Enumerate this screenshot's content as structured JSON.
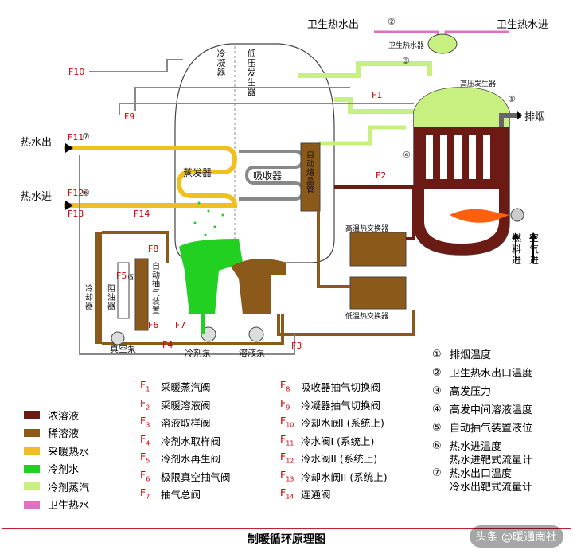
{
  "title": "制暖循环原理图",
  "watermark": "头条 @暖通南社",
  "colors": {
    "concentrated": "#6b1a14",
    "dilute": "#8b5a1a",
    "heating_water": "#f0c020",
    "refrigerant": "#22d022",
    "refrigerant_vapor": "#c8f080",
    "sanitary": "#e070c0"
  },
  "components": {
    "condenser": "冷凝器",
    "low_pressure_generator": "低压发生器",
    "evaporator": "蒸发器",
    "absorber": "吸收器",
    "auto_purge_tube": "自动熔晶管",
    "sanitary_heater": "卫生热水器",
    "high_pressure_generator": "高压发生器",
    "high_temp_exchanger": "高温热交换器",
    "low_temp_exchanger": "低温热交换器",
    "auto_purge_device": "自动抽气装置",
    "oil_separator": "阻油器",
    "cooler": "冷却器",
    "vacuum_pump": "真空泵",
    "refrigerant_pump": "冷剂泵",
    "solution_pump": "溶液泵"
  },
  "labels": {
    "sanitary_out": "卫生热水出",
    "sanitary_in": "卫生热水进",
    "exhaust": "排烟",
    "hot_water_out": "热水出",
    "hot_water_in": "热水进",
    "fuel_in": "燃料进",
    "air_in": "空气进"
  },
  "legend": [
    {
      "label": "浓溶液",
      "color": "#6b1a14"
    },
    {
      "label": "稀溶液",
      "color": "#8b5a1a"
    },
    {
      "label": "采暖热水",
      "color": "#f0c020"
    },
    {
      "label": "冷剂水",
      "color": "#22d022"
    },
    {
      "label": "冷剂蒸汽",
      "color": "#c8f080"
    },
    {
      "label": "卫生热水",
      "color": "#e070c0"
    }
  ],
  "valves_left": [
    {
      "code": "F",
      "sub": "1",
      "name": "采暖蒸汽阀"
    },
    {
      "code": "F",
      "sub": "2",
      "name": "采暖溶液阀"
    },
    {
      "code": "F",
      "sub": "3",
      "name": "溶液取样阀"
    },
    {
      "code": "F",
      "sub": "4",
      "name": "冷剂水取样阀"
    },
    {
      "code": "F",
      "sub": "5",
      "name": "冷剂水再生阀"
    },
    {
      "code": "F",
      "sub": "6",
      "name": "极限真空抽气阀"
    },
    {
      "code": "F",
      "sub": "7",
      "name": "抽气总阀"
    }
  ],
  "valves_right": [
    {
      "code": "F",
      "sub": "8",
      "name": "吸收器抽气切换阀"
    },
    {
      "code": "F",
      "sub": "9",
      "name": "冷凝器抽气切换阀"
    },
    {
      "code": "F",
      "sub": "10",
      "name": "冷却水阀I (系统上)"
    },
    {
      "code": "F",
      "sub": "11",
      "name": "冷水阀I (系统上)"
    },
    {
      "code": "F",
      "sub": "12",
      "name": "冷水阀II (系统上)"
    },
    {
      "code": "F",
      "sub": "13",
      "name": "冷却水阀II (系统上)"
    },
    {
      "code": "F",
      "sub": "14",
      "name": "连通阀"
    }
  ],
  "measurements": [
    {
      "n": "①",
      "text": "排烟温度"
    },
    {
      "n": "②",
      "text": "卫生热水出口温度"
    },
    {
      "n": "③",
      "text": "高发压力"
    },
    {
      "n": "④",
      "text": "高发中间溶液温度"
    },
    {
      "n": "⑤",
      "text": "自动抽气装置液位"
    },
    {
      "n": "⑥",
      "text": "热水进温度\n热水进靶式流量计"
    },
    {
      "n": "⑦",
      "text": "热水出口温度\n冷水出靶式流量计"
    }
  ],
  "diagram_valves": [
    "F10",
    "F9",
    "F1",
    "F11",
    "F12",
    "F13",
    "F14",
    "F8",
    "F5",
    "F6",
    "F7",
    "F4",
    "F2",
    "F3"
  ],
  "circled_points": [
    "①",
    "②",
    "③",
    "④",
    "⑤",
    "⑥",
    "⑦"
  ]
}
